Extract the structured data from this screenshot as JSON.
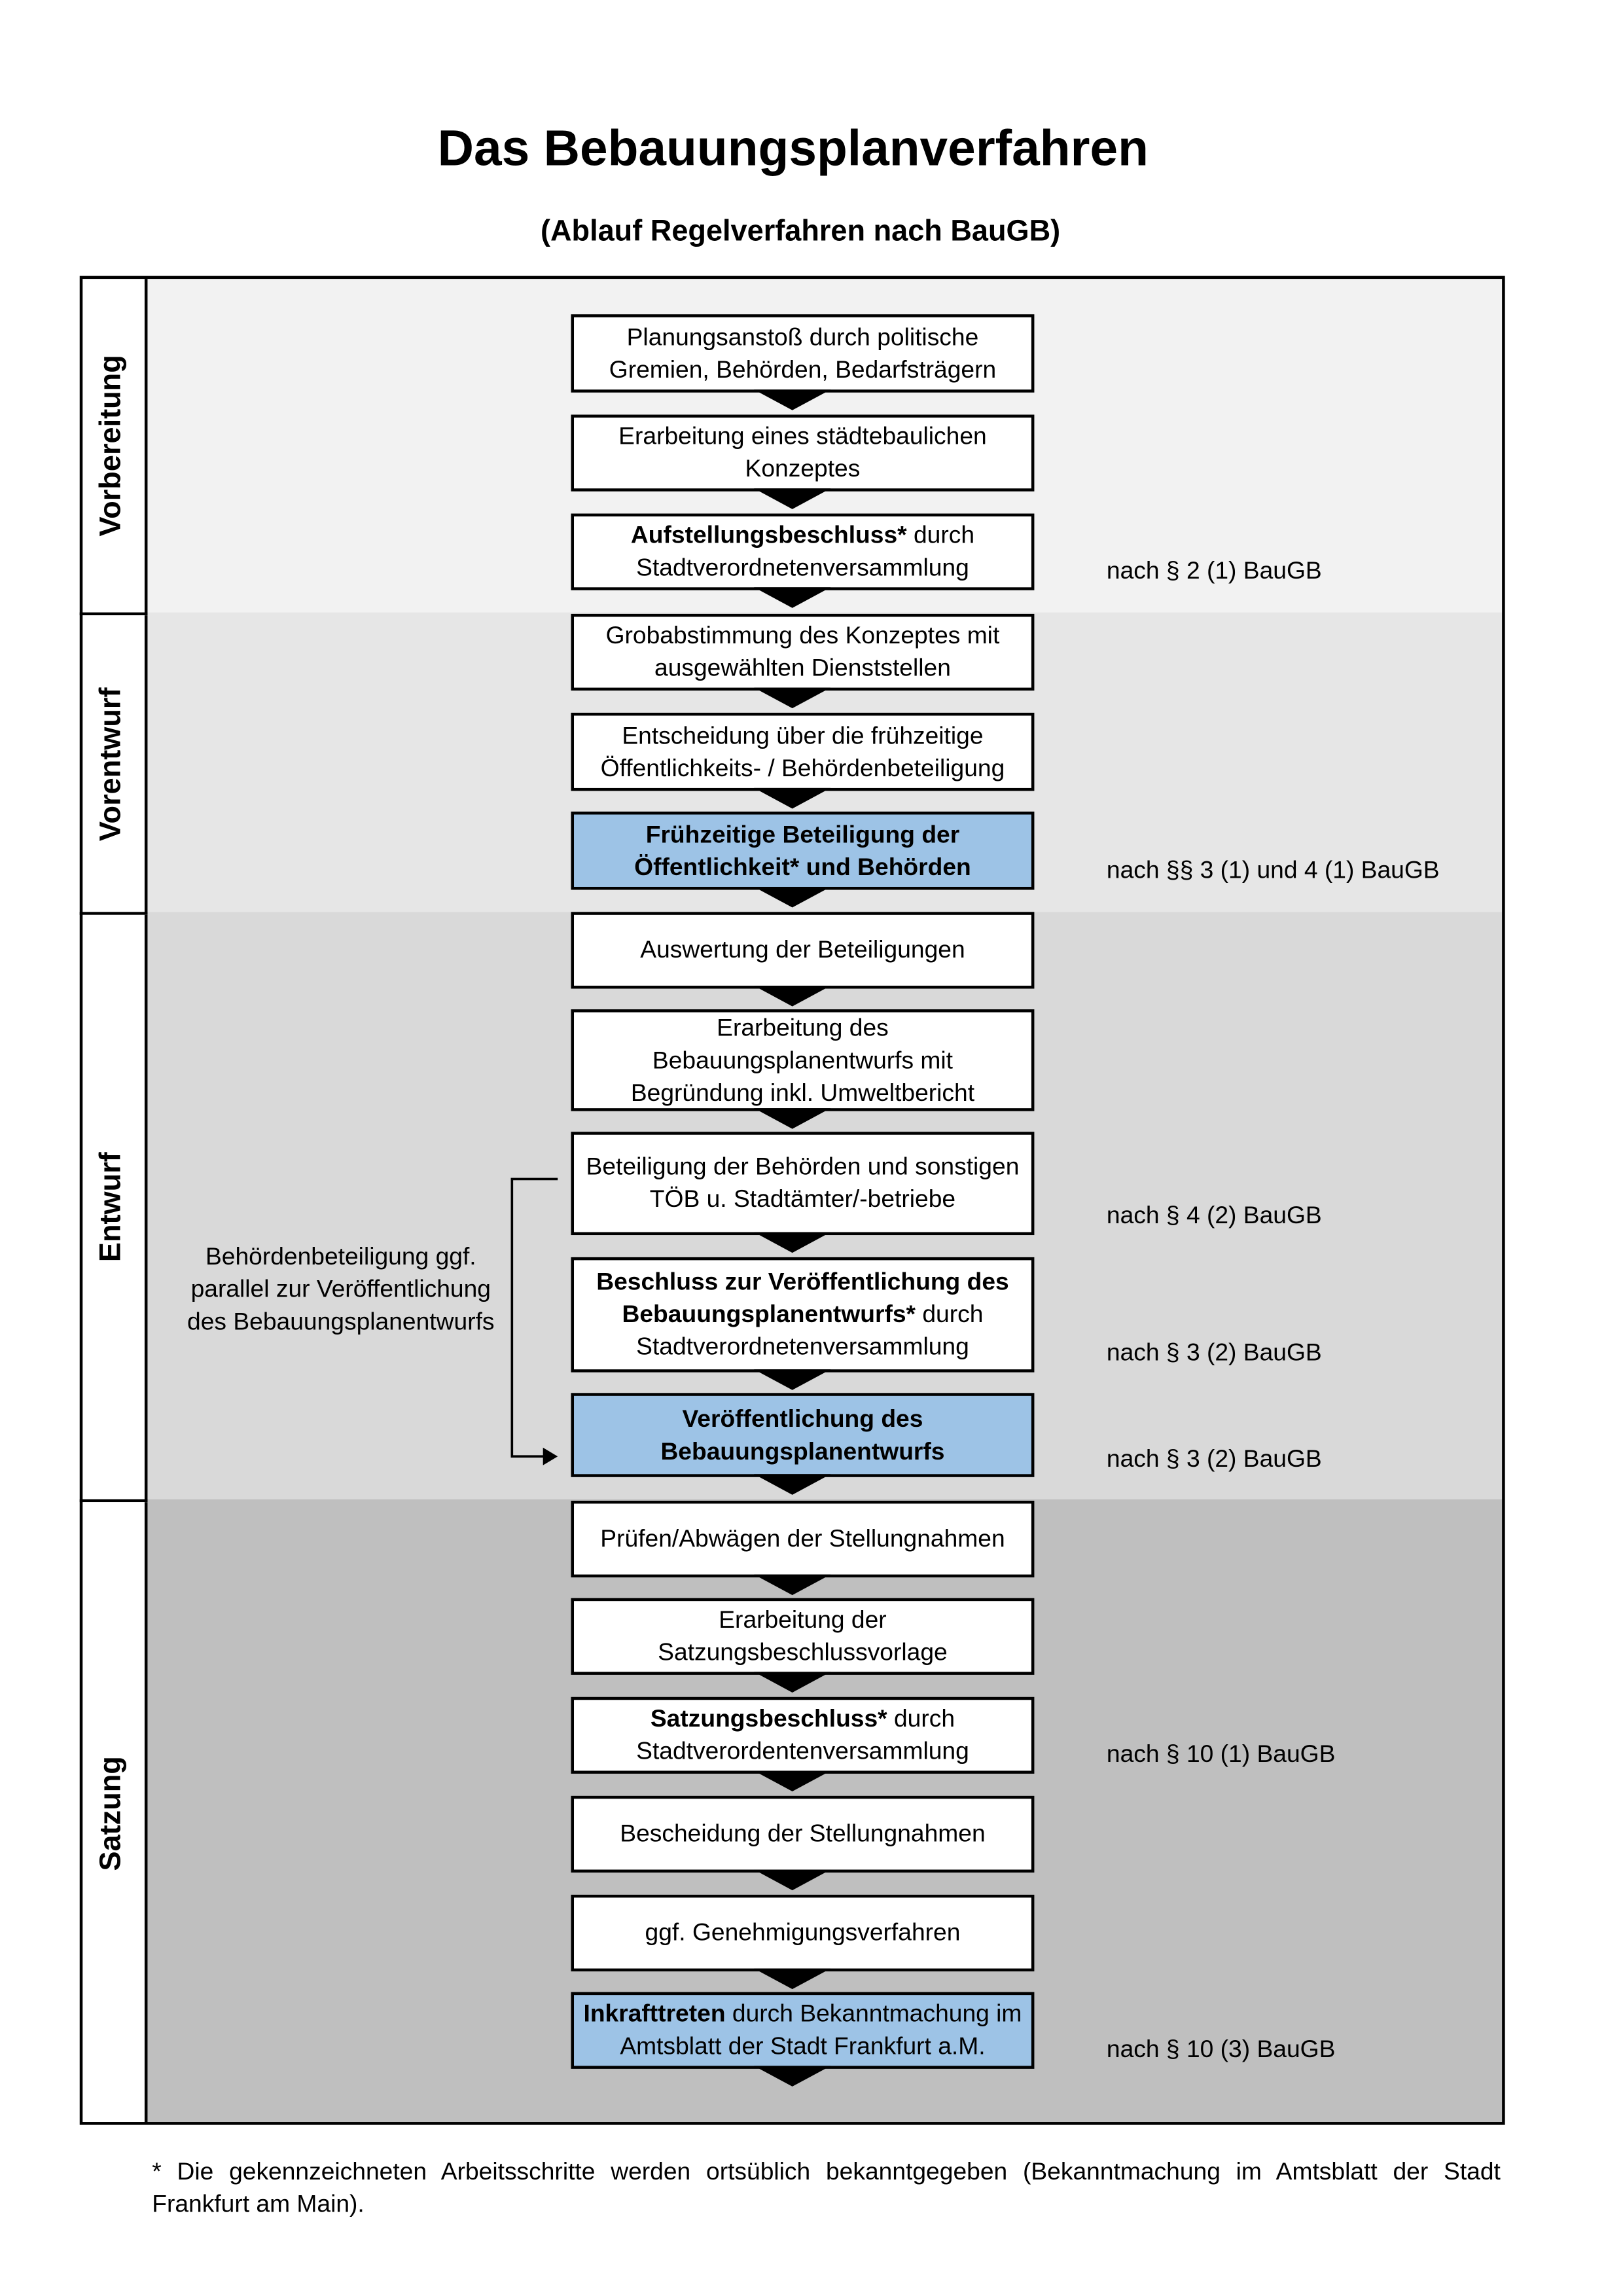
{
  "title": "Das Bebauungsplanverfahren",
  "subtitle": "(Ablauf Regelverfahren nach BauGB)",
  "colors": {
    "highlight": "#9dc3e6",
    "phase1": "#f2f2f2",
    "phase2": "#e6e6e6",
    "phase3": "#d9d9d9",
    "phase4": "#bfbfbf"
  },
  "phases": [
    {
      "label": "Vorbereitung"
    },
    {
      "label": "Vorentwurf"
    },
    {
      "label": "Entwurf"
    },
    {
      "label": "Satzung"
    }
  ],
  "steps": [
    {
      "bold": "",
      "text": "Planungsanstoß durch politische Gremien, Behörden, Bedarfsträgern"
    },
    {
      "bold": "",
      "text": "Erarbeitung eines städtebaulichen Konzeptes"
    },
    {
      "bold": "Aufstellungsbeschluss*",
      "text": " durch Stadtverordnetenversammlung"
    },
    {
      "bold": "",
      "text": "Grobabstimmung des Konzeptes mit ausgewählten Dienststellen"
    },
    {
      "bold": "",
      "text": "Entscheidung über die frühzeitige Öffentlichkeits- / Behördenbeteiligung"
    },
    {
      "bold": "Frühzeitige Beteiligung der Öffentlichkeit* und Behörden",
      "text": ""
    },
    {
      "bold": "",
      "text": "Auswertung der Beteiligungen"
    },
    {
      "bold": "",
      "text": "Erarbeitung des Bebauungsplanentwurfs mit Begründung inkl. Umweltbericht"
    },
    {
      "bold": "",
      "text": "Beteiligung der Behörden und sonstigen TÖB u. Stadtämter/-betriebe"
    },
    {
      "bold": "Beschluss zur Veröffentlichung des Bebauungsplanentwurfs*",
      "text": " durch Stadtverordnetenversammlung"
    },
    {
      "bold": "Veröffentlichung des Bebauungsplanentwurfs",
      "text": ""
    },
    {
      "bold": "",
      "text": "Prüfen/Abwägen der Stellungnahmen"
    },
    {
      "bold": "",
      "text": "Erarbeitung der Satzungsbeschlussvorlage"
    },
    {
      "bold": "Satzungsbeschluss*",
      "text": " durch Stadtverordentenversammlung"
    },
    {
      "bold": "",
      "text": "Bescheidung der Stellungnahmen"
    },
    {
      "bold": "",
      "text": "ggf. Genehmigungsverfahren"
    },
    {
      "bold": "Inkrafttreten",
      "text": " durch Bekanntmachung im Amtsblatt der Stadt Frankfurt a.M."
    }
  ],
  "legal_notes": [
    "nach § 2 (1) BauGB",
    "nach §§ 3 (1) und 4 (1) BauGB",
    "nach § 4 (2) BauGB",
    "nach § 3 (2) BauGB",
    "nach § 3 (2) BauGB",
    "nach § 10 (1) BauGB",
    "nach § 10 (3) BauGB"
  ],
  "side_note": "Behördenbeteiligung ggf. parallel zur Veröffentlichung des Bebauungsplanentwurfs",
  "footnote": "* Die gekennzeichneten Arbeitsschritte werden ortsüblich bekanntgegeben (Bekanntmachung im Amtsblatt  der Stadt Frankfurt am Main)."
}
